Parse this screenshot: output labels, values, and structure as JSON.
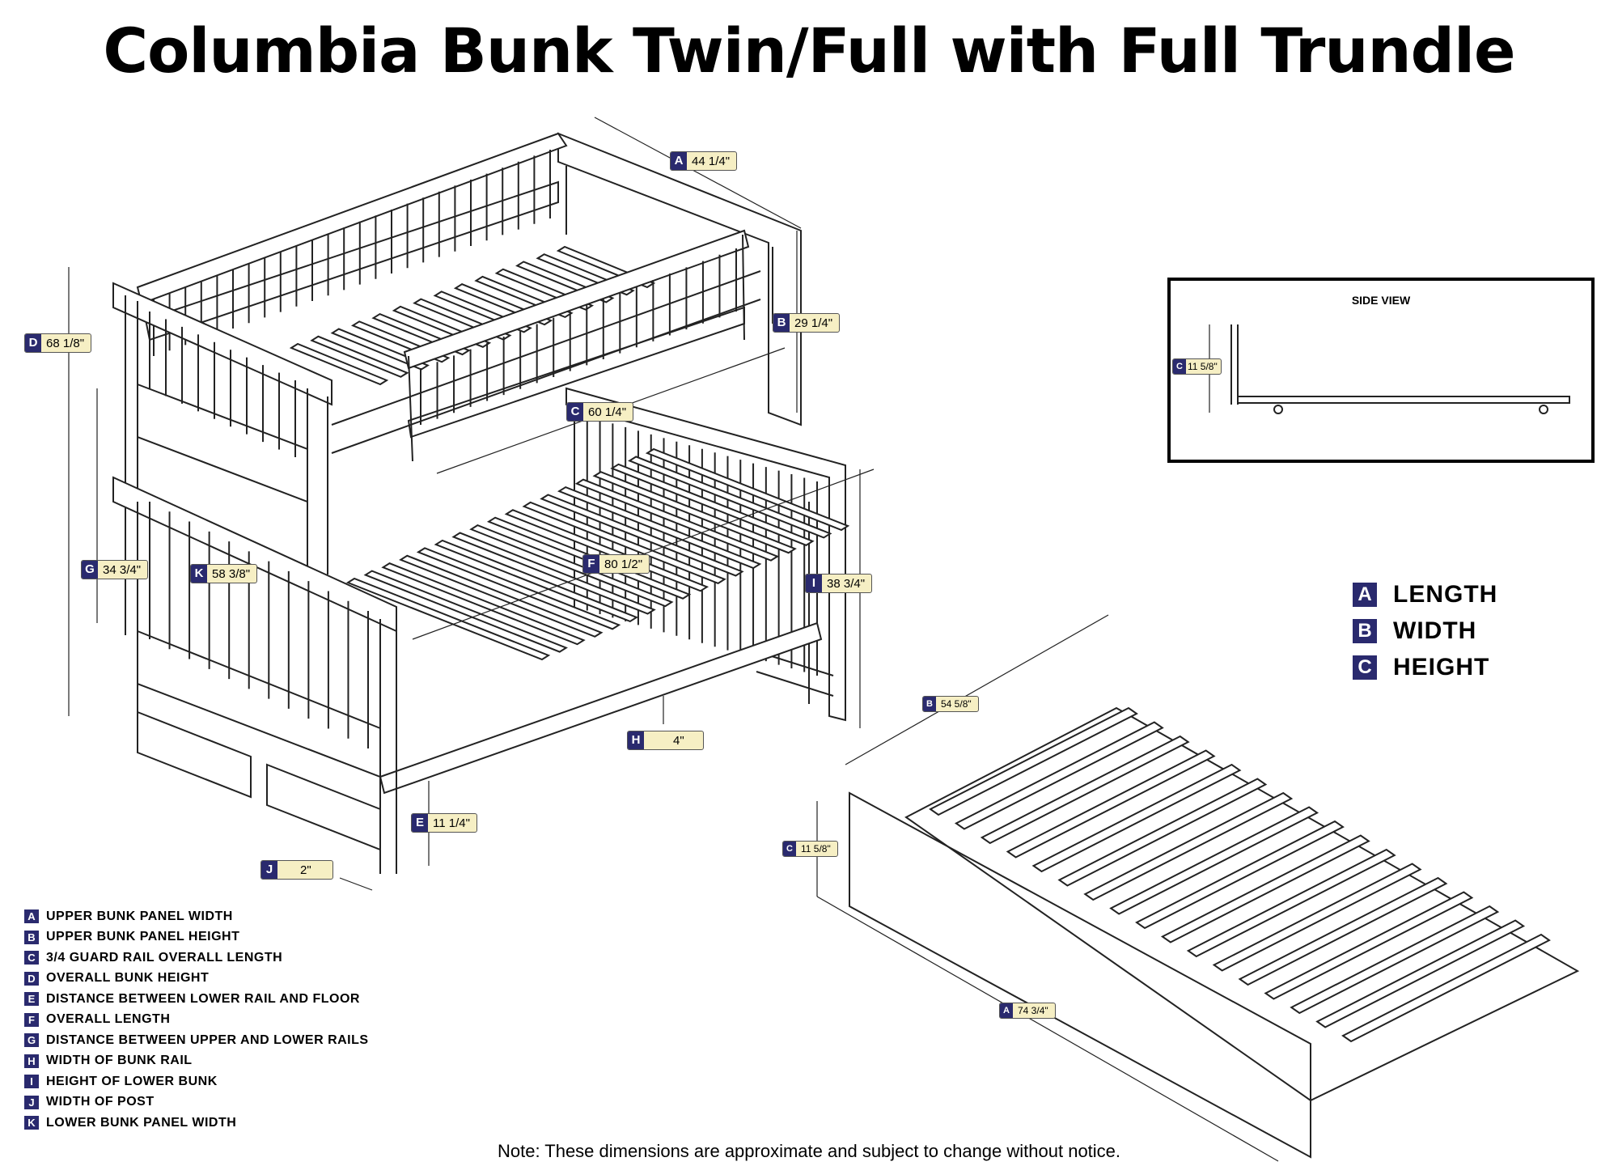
{
  "title": "Columbia Bunk Twin/Full with Full Trundle",
  "dimensions": {
    "A": "44 1/4\"",
    "B": "29 1/4\"",
    "C": "60 1/4\"",
    "D": "68 1/8\"",
    "E": "11 1/4\"",
    "F": "80 1/2\"",
    "G": "34 3/4\"",
    "H": "4\"",
    "I": "38 3/4\"",
    "J": "2\"",
    "K": "58 3/8\""
  },
  "trundle_dimensions": {
    "B": "54 5/8\"",
    "C": "11 5/8\"",
    "A": "74 3/4\""
  },
  "side_view": {
    "title": "SIDE VIEW",
    "C": "11 5/8\""
  },
  "key": [
    {
      "letter": "A",
      "word": "LENGTH"
    },
    {
      "letter": "B",
      "word": "WIDTH"
    },
    {
      "letter": "C",
      "word": "HEIGHT"
    }
  ],
  "legend": [
    {
      "letter": "A",
      "desc": "UPPER BUNK PANEL WIDTH"
    },
    {
      "letter": "B",
      "desc": "UPPER BUNK PANEL HEIGHT"
    },
    {
      "letter": "C",
      "desc": "3/4 GUARD RAIL OVERALL LENGTH"
    },
    {
      "letter": "D",
      "desc": "OVERALL BUNK HEIGHT"
    },
    {
      "letter": "E",
      "desc": "DISTANCE BETWEEN LOWER RAIL AND FLOOR"
    },
    {
      "letter": "F",
      "desc": "OVERALL LENGTH"
    },
    {
      "letter": "G",
      "desc": "DISTANCE BETWEEN UPPER AND LOWER RAILS"
    },
    {
      "letter": "H",
      "desc": "WIDTH OF BUNK RAIL"
    },
    {
      "letter": "I",
      "desc": "HEIGHT OF LOWER BUNK"
    },
    {
      "letter": "J",
      "desc": "WIDTH OF POST"
    },
    {
      "letter": "K",
      "desc": "LOWER BUNK PANEL WIDTH"
    }
  ],
  "note": "Note:  These dimensions are approximate and subject to change without notice.",
  "colors": {
    "badge": "#2a2a6e",
    "tag_bg": "#f6efc4"
  }
}
